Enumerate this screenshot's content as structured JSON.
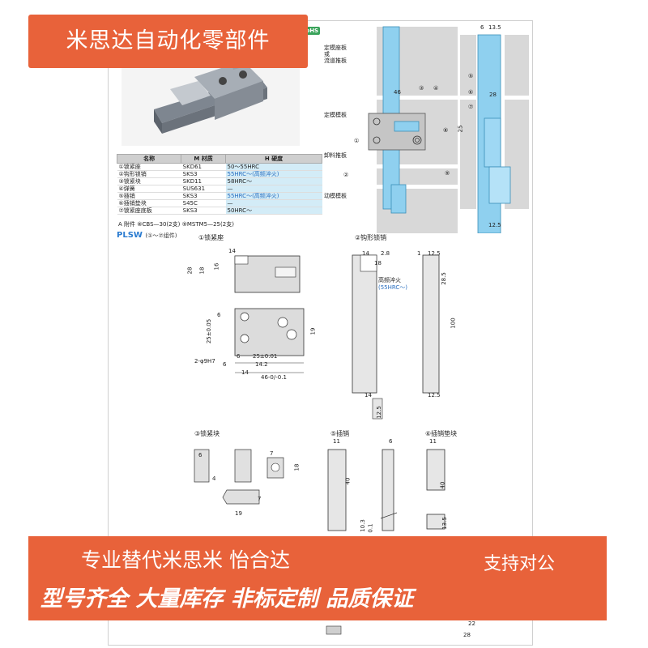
{
  "banner_top": "米思达自动化零部件",
  "rohs_badge": "RoHS",
  "table": {
    "headers": [
      "名称",
      "M 材质",
      "H 硬度"
    ],
    "rows": [
      [
        "①锁紧座",
        "SKD61",
        "50～55HRC"
      ],
      [
        "②钩形锁销",
        "SKS3",
        "55HRC～(高频淬火)"
      ],
      [
        "③锁紧块",
        "SKD11",
        "58HRC～"
      ],
      [
        "④弹簧",
        "SUS631",
        "—"
      ],
      [
        "⑤插销",
        "SKS3",
        "55HRC～(高频淬火)"
      ],
      [
        "⑥插销垫块",
        "S45C",
        "—"
      ],
      [
        "⑦锁紧座底板",
        "SKS3",
        "50HRC～"
      ]
    ],
    "accessories": "A 附件  ⑧CBS—30(2支)  ⑨MSTM5—25(2支)"
  },
  "plsw": {
    "code": "PLSW",
    "note": "(①～⑦组件)"
  },
  "assembly_labels": {
    "fixed_plate": "定模座板\n或\n流道推板",
    "fixed_template": "定模模板",
    "stripper_plate": "卸料推板",
    "moving_template": "动模模板"
  },
  "callouts": [
    "①",
    "②",
    "③",
    "④",
    "⑤",
    "⑥",
    "⑦",
    "⑧",
    "⑨"
  ],
  "assembly_dims": {
    "d46": "46",
    "d25": "25",
    "d6": "6",
    "d13_5": "13.5",
    "d28": "28",
    "d12_5": "12.5"
  },
  "section1": {
    "title": "①锁紧座",
    "dims": [
      "14",
      "28",
      "18",
      "16",
      "6",
      "25±0.05",
      "2-φ9H7",
      "19",
      "6",
      "25±0.01",
      "6",
      "14.2",
      "14",
      "46-0/-0.1"
    ]
  },
  "section2": {
    "title": "②钩形锁销",
    "dims": [
      "14",
      "2.8",
      "1",
      "18",
      "12.5",
      "28.5",
      "100",
      "14",
      "12.5",
      "12.5"
    ],
    "note1": "高频淬火",
    "note2": "(55HRC～)"
  },
  "section3": {
    "title": "③锁紧块",
    "dims": [
      "6",
      "7",
      "18",
      "4",
      "19",
      "7"
    ]
  },
  "section5": {
    "title": "⑤插销",
    "dims": [
      "11",
      "6",
      "40",
      "10.3",
      "0.1"
    ]
  },
  "section6": {
    "title": "⑥插销垫块",
    "dims": [
      "11",
      "40",
      "13.5"
    ]
  },
  "bottom_dims": {
    "d22": "22",
    "d28": "28"
  },
  "promo": {
    "line1": "专业替代米思米 怡合达",
    "side": "支持对公",
    "line2": "型号齐全 大量库存 非标定制 品质保证"
  }
}
